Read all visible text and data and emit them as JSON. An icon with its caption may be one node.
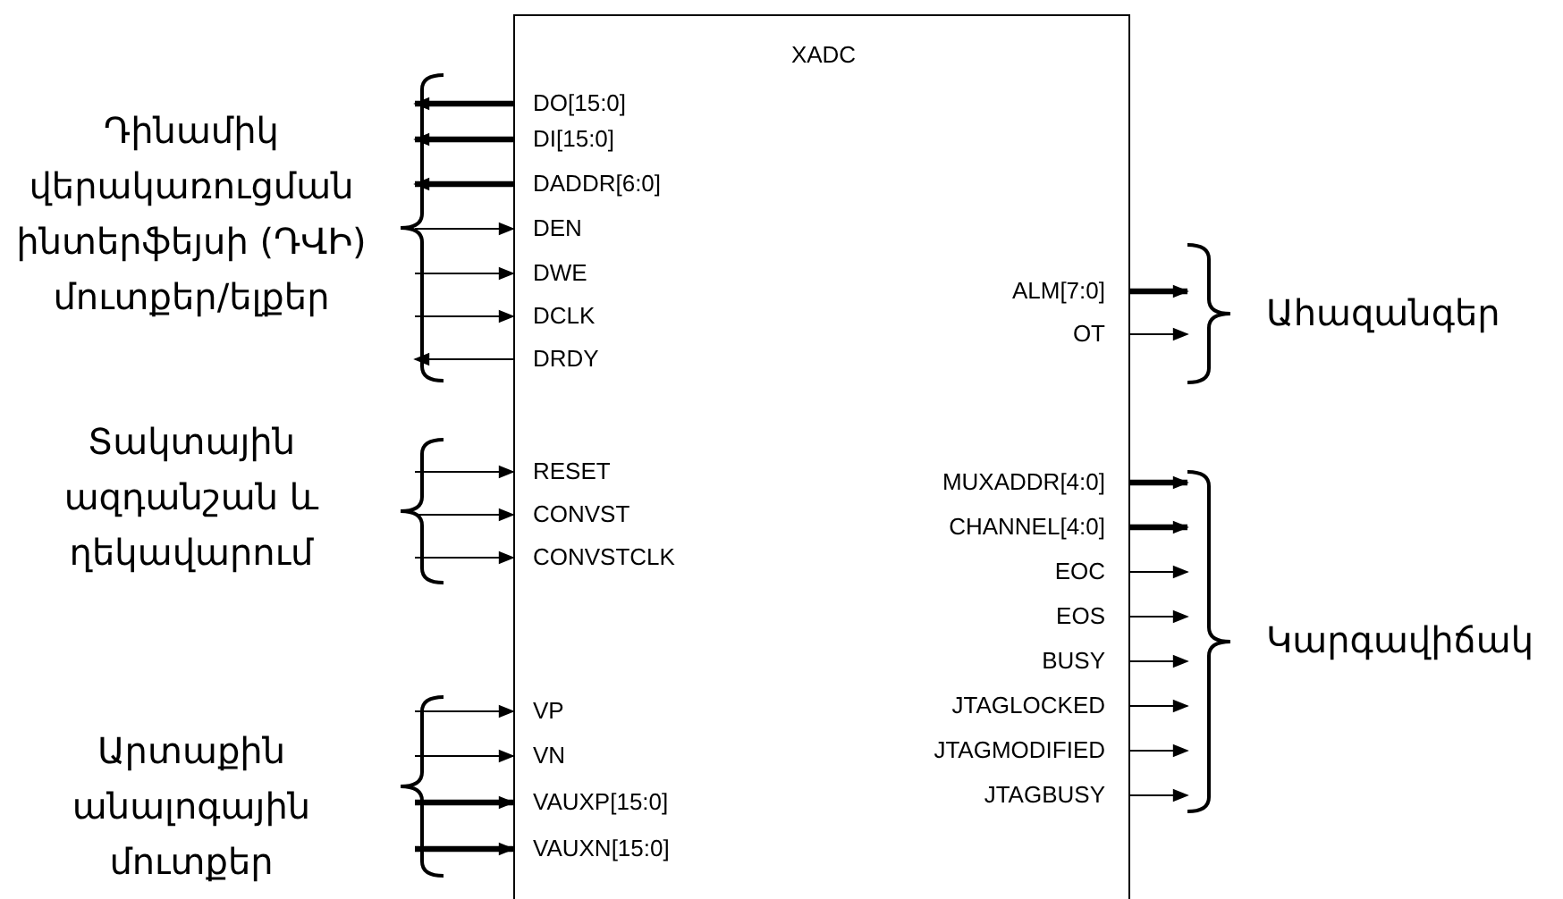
{
  "diagram": {
    "nodes": [
      {
        "text": [
          "XADC"
        ]
      },
      {
        "text": [
          "DO[15:0]"
        ],
        "in": 0
      },
      {
        "text": [
          "DI[15:0]"
        ],
        "in": 0
      },
      {
        "text": [
          "DADDR[6:0]"
        ],
        "in": 0
      },
      {
        "text": [
          "DEN"
        ],
        "in": 0
      },
      {
        "text": [
          "DWE"
        ],
        "in": 0
      },
      {
        "text": [
          "DCLK"
        ],
        "in": 0
      },
      {
        "text": [
          "DRDY"
        ],
        "in": 0
      },
      {
        "text": [
          "RESET"
        ],
        "in": 0
      },
      {
        "text": [
          "CONVST"
        ],
        "in": 0
      },
      {
        "text": [
          "CONVSTCLK"
        ],
        "in": 0
      },
      {
        "text": [
          "VP"
        ],
        "in": 0
      },
      {
        "text": [
          "VN"
        ],
        "in": 0
      },
      {
        "text": [
          "VAUXP[15:0]"
        ],
        "in": 0
      },
      {
        "text": [
          "VAUXN[15:0]"
        ],
        "in": 0
      },
      {
        "text": [
          "ALM[7:0]"
        ],
        "in": 0
      },
      {
        "text": [
          "OT"
        ],
        "in": 0
      },
      {
        "text": [
          "MUXADDR[4:0]"
        ],
        "in": 0
      },
      {
        "text": [
          "CHANNEL[4:0]"
        ],
        "in": 0
      },
      {
        "text": [
          "EOC"
        ],
        "in": 0
      },
      {
        "text": [
          "EOS"
        ],
        "in": 0
      },
      {
        "text": [
          "BUSY"
        ],
        "in": 0
      },
      {
        "text": [
          "JTAGLOCKED"
        ],
        "in": 0
      },
      {
        "text": [
          "JTAGMODIFIED"
        ],
        "in": 0
      },
      {
        "text": [
          "JTAGBUSY"
        ],
        "in": 0
      },
      {
        "text": [
          "Ահազանգեր"
        ]
      },
      {
        "text": [
          "Կարգավիճակ"
        ]
      }
    ],
    "edges": [
      {
        "from": 1,
        "to": null,
        "arrow": "to",
        "style": "thick"
      },
      {
        "from": 2,
        "to": null,
        "arrow": "to",
        "style": "thick"
      },
      {
        "from": 3,
        "to": null,
        "arrow": "to",
        "style": "thick"
      },
      {
        "from": null,
        "to": 4,
        "arrow": "to"
      },
      {
        "from": null,
        "to": 5,
        "arrow": "to"
      },
      {
        "from": null,
        "to": 6,
        "arrow": "to"
      },
      {
        "from": 7,
        "to": null,
        "arrow": "to"
      },
      {
        "from": null,
        "to": 8,
        "arrow": "to"
      },
      {
        "from": null,
        "to": 9,
        "arrow": "to"
      },
      {
        "from": null,
        "to": 10,
        "arrow": "to"
      },
      {
        "from": null,
        "to": 11,
        "arrow": "to"
      },
      {
        "from": null,
        "to": 12,
        "arrow": "to"
      },
      {
        "from": null,
        "to": 13,
        "arrow": "to",
        "style": "thick"
      },
      {
        "from": null,
        "to": 14,
        "arrow": "to",
        "style": "thick"
      },
      {
        "from": 15,
        "to": 25,
        "arrow": "to",
        "style": "thick"
      },
      {
        "from": 16,
        "to": 25,
        "arrow": "to"
      },
      {
        "from": 17,
        "to": 26,
        "arrow": "to",
        "style": "thick"
      },
      {
        "from": 18,
        "to": 26,
        "arrow": "to",
        "style": "thick"
      },
      {
        "from": 19,
        "to": 26,
        "arrow": "to"
      },
      {
        "from": 20,
        "to": 26,
        "arrow": "to"
      },
      {
        "from": 21,
        "to": 26,
        "arrow": "to"
      },
      {
        "from": 22,
        "to": 26,
        "arrow": "to"
      },
      {
        "from": 23,
        "to": 26,
        "arrow": "to"
      },
      {
        "from": 24,
        "to": 26,
        "arrow": "to"
      }
    ],
    "labels": [
      "Դինամիկ վերակառուցման ինտերֆեյսի (ԴՎԻ) մուտքեր/ելքեր",
      "Տակտային ազդանշան և ղեկավարում",
      "Արտաքին անալոգային մուտքեր"
    ]
  }
}
